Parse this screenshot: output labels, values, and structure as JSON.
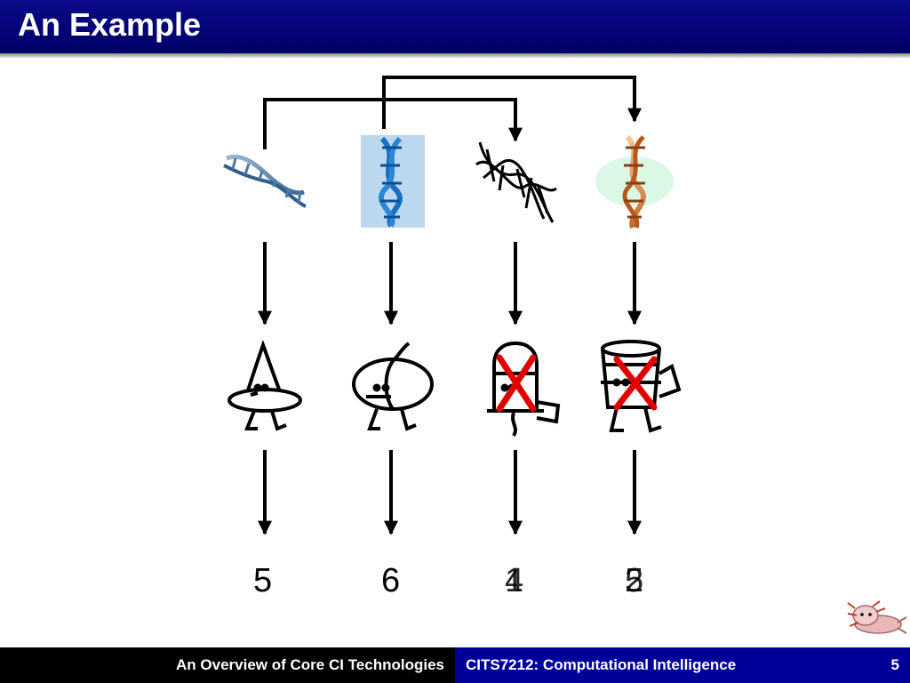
{
  "slide": {
    "title": "An Example",
    "footer_left": "An Overview of Core CI Technologies",
    "footer_center": "CITS7212: Computational Intelligence",
    "page_number": "5"
  },
  "diagram": {
    "columns": [
      {
        "chromosome": "dna-strand-diagonal-blue",
        "creature": "cone-hat-creature",
        "fitness": "5"
      },
      {
        "chromosome": "dna-strand-vertical-blue",
        "creature": "round-pumpkin-creature",
        "fitness": "6"
      },
      {
        "chromosome": "dna-strand-scribbled-black",
        "creature": "crossed-out-crayon-creature",
        "fitness": [
          "4",
          "1"
        ]
      },
      {
        "chromosome": "dna-strand-vertical-orange",
        "creature": "crossed-out-cup-creature",
        "fitness": [
          "5",
          "2"
        ]
      }
    ],
    "crossover_marks": "#e00000"
  }
}
